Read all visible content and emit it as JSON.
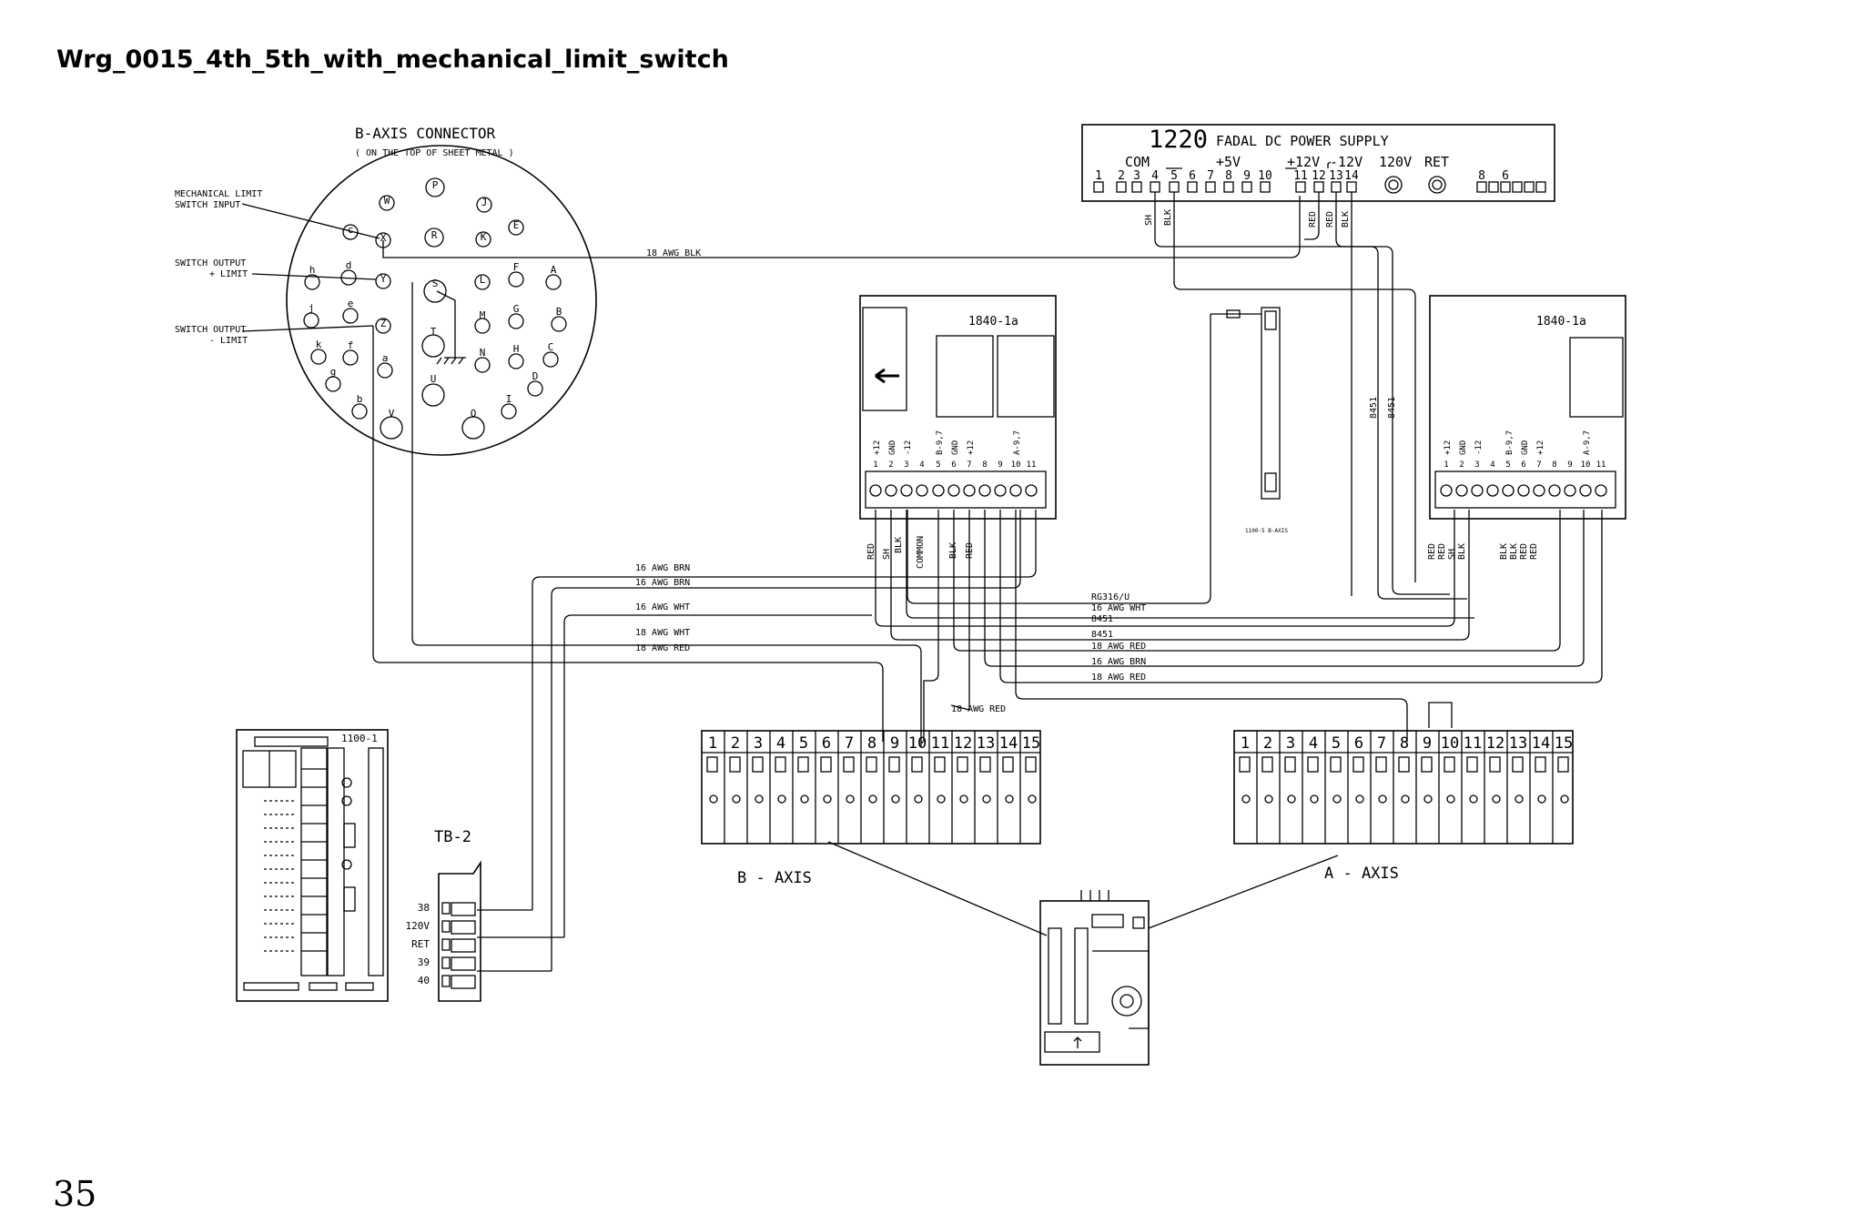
{
  "page": {
    "title": "Wrg_0015_4th_5th_with_mechanical_limit_switch",
    "number": "35"
  },
  "b_axis_connector": {
    "title": "B-AXIS CONNECTOR",
    "subtitle": "( ON THE TOP OF SHEET METAL )",
    "callouts": [
      "MECHANICAL LIMIT",
      "SWITCH INPUT",
      "SWITCH OUTPUT",
      "+ LIMIT",
      "SWITCH OUTPUT",
      "- LIMIT"
    ],
    "pins": [
      "W",
      "P",
      "J",
      "c",
      "X",
      "R",
      "K",
      "E",
      "h",
      "d",
      "Y",
      "S",
      "L",
      "F",
      "A",
      "j",
      "e",
      "Z",
      "T",
      "M",
      "G",
      "B",
      "k",
      "f",
      "a",
      "N",
      "H",
      "C",
      "g",
      "U",
      "D",
      "b",
      "V",
      "O",
      "I"
    ]
  },
  "power_supply": {
    "model": "1220",
    "title": "FADAL DC POWER SUPPLY",
    "groups": [
      "COM",
      "+5V",
      "+12V",
      "-12V",
      "120V",
      "RET"
    ],
    "terminals": [
      "1",
      "2",
      "3",
      "4",
      "5",
      "6",
      "7",
      "8",
      "9",
      "10",
      "11",
      "12",
      "13",
      "14",
      "8",
      "6"
    ],
    "wire_labels": [
      "SH",
      "BLK",
      "RED",
      "RED",
      "BLK"
    ]
  },
  "amplifiers": [
    {
      "model": "1840-1a",
      "pin_labels": [
        "+12",
        "GND",
        "-12",
        "",
        "B-9,7",
        "GND",
        "+12",
        "",
        "",
        "A-9,7",
        ""
      ],
      "wire_labels": [
        "RED",
        "SH",
        "BLK",
        "COMMON",
        "BLK",
        "RED"
      ]
    },
    {
      "model": "1840-1a",
      "pin_labels": [
        "+12",
        "GND",
        "-12",
        "",
        "B-9,7",
        "GND",
        "+12",
        "",
        "",
        "A-9,7",
        ""
      ],
      "wire_labels": [
        "RED",
        "RED",
        "SH",
        "BLK",
        "BLK",
        "BLK",
        "RED",
        "RED"
      ]
    }
  ],
  "amp_pins": [
    "1",
    "2",
    "3",
    "4",
    "5",
    "6",
    "7",
    "8",
    "9",
    "10",
    "11"
  ],
  "encoder_board": {
    "label": "1100-5 B-AXIS"
  },
  "cable_labels": [
    "8451",
    "8451"
  ],
  "wire_runs": [
    "18 AWG BLK",
    "16 AWG BRN",
    "16 AWG BRN",
    "16 AWG WHT",
    "18 AWG WHT",
    "18 AWG RED",
    "RG316/U",
    "16 AWG WHT",
    "8451",
    "8451",
    "18 AWG RED",
    "16 AWG BRN",
    "18 AWG RED",
    "18 AWG RED"
  ],
  "terminal_blocks": [
    {
      "label": "B - AXIS",
      "pins": [
        "1",
        "2",
        "3",
        "4",
        "5",
        "6",
        "7",
        "8",
        "9",
        "10",
        "11",
        "12",
        "13",
        "14",
        "15"
      ]
    },
    {
      "label": "A - AXIS",
      "pins": [
        "1",
        "2",
        "3",
        "4",
        "5",
        "6",
        "7",
        "8",
        "9",
        "10",
        "11",
        "12",
        "13",
        "14",
        "15"
      ]
    }
  ],
  "tb2": {
    "label": "TB-2",
    "rows": [
      "38",
      "120V",
      "RET",
      "39",
      "40"
    ]
  },
  "io_board": {
    "label": "1100-1"
  }
}
